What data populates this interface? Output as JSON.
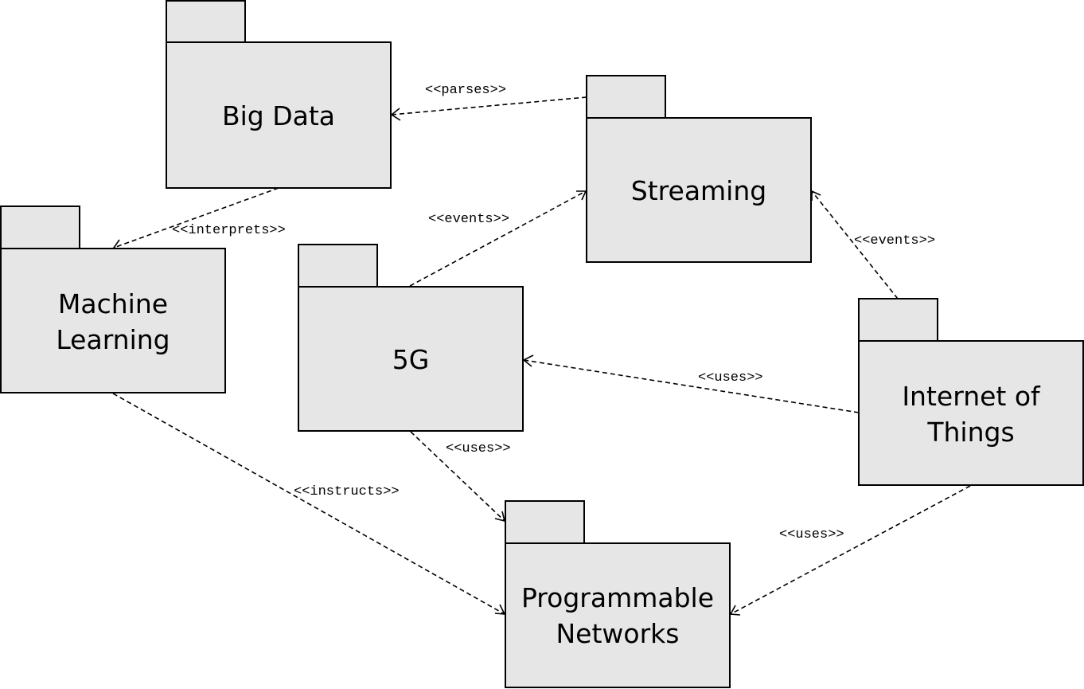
{
  "packages": [
    {
      "id": "big-data",
      "lines": [
        "Big Data"
      ]
    },
    {
      "id": "streaming",
      "lines": [
        "Streaming"
      ]
    },
    {
      "id": "machine-learning",
      "lines": [
        "Machine",
        "Learning"
      ]
    },
    {
      "id": "5g",
      "lines": [
        "5G"
      ]
    },
    {
      "id": "internet-of-things",
      "lines": [
        "Internet of",
        "Things"
      ]
    },
    {
      "id": "programmable-networks",
      "lines": [
        "Programmable",
        "Networks"
      ]
    }
  ],
  "dependencies": [
    {
      "from": "streaming",
      "to": "big-data",
      "label": "<<parses>>"
    },
    {
      "from": "big-data",
      "to": "machine-learning",
      "label": "<<interprets>>"
    },
    {
      "from": "5g",
      "to": "streaming",
      "label": "<<events>>"
    },
    {
      "from": "internet-of-things",
      "to": "streaming",
      "label": "<<events>>"
    },
    {
      "from": "internet-of-things",
      "to": "5g",
      "label": "<<uses>>"
    },
    {
      "from": "5g",
      "to": "programmable-networks",
      "label": "<<uses>>"
    },
    {
      "from": "machine-learning",
      "to": "programmable-networks",
      "label": "<<instructs>>"
    },
    {
      "from": "internet-of-things",
      "to": "programmable-networks",
      "label": "<<uses>>"
    }
  ]
}
